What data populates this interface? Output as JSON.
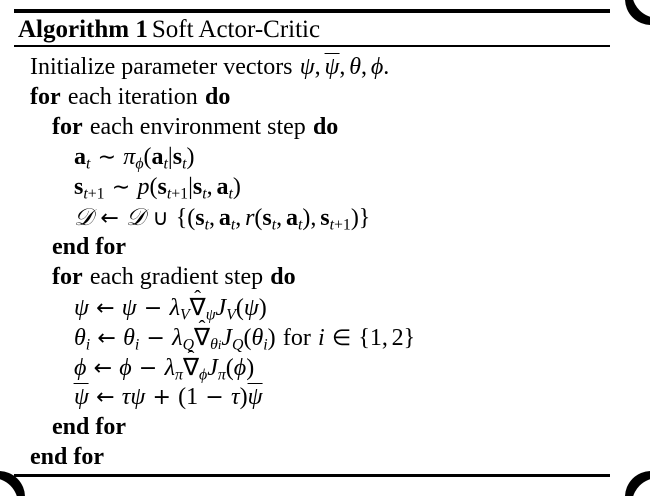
{
  "algorithm": {
    "label": "Algorithm 1",
    "name": "Soft Actor-Critic",
    "lines": [
      {
        "id": "init",
        "indent": 0,
        "text": "Initialize parameter vectors ψ, ψ̄, θ, ϕ."
      },
      {
        "id": "for-iteration",
        "indent": 0,
        "text": "for each iteration do",
        "keywords": [
          "for",
          "do"
        ],
        "body": "each iteration"
      },
      {
        "id": "for-environment-step",
        "indent": 1,
        "text": "for each environment step do",
        "keywords": [
          "for",
          "do"
        ],
        "body": "each environment step"
      },
      {
        "id": "sample-action",
        "indent": 2,
        "text": "a_t ~ π_ϕ(a_t|s_t)"
      },
      {
        "id": "sample-next-state",
        "indent": 2,
        "text": "s_{t+1} ~ p(s_{t+1}|s_t, a_t)"
      },
      {
        "id": "update-replay-buffer",
        "indent": 2,
        "text": "D ← D ∪ {(s_t, a_t, r(s_t, a_t), s_{t+1})}"
      },
      {
        "id": "end-for-environment-step",
        "indent": 1,
        "text": "end for",
        "keywords": [
          "end for"
        ]
      },
      {
        "id": "for-gradient-step",
        "indent": 1,
        "text": "for each gradient step do",
        "keywords": [
          "for",
          "do"
        ],
        "body": "each gradient step"
      },
      {
        "id": "update-psi",
        "indent": 2,
        "text": "ψ ← ψ − λ_V ∇̂_ψ J_V(ψ)"
      },
      {
        "id": "update-theta",
        "indent": 2,
        "text": "θ_i ← θ_i − λ_Q ∇̂_{θ_i} J_Q(θ_i) for i ∈ {1, 2}"
      },
      {
        "id": "update-phi",
        "indent": 2,
        "text": "ϕ ← ϕ − λ_π ∇̂_ϕ J_π(ϕ)"
      },
      {
        "id": "update-psi-target",
        "indent": 2,
        "text": "ψ̄ ← τψ + (1 − τ)ψ̄"
      },
      {
        "id": "end-for-gradient-step",
        "indent": 1,
        "text": "end for",
        "keywords": [
          "end for"
        ]
      },
      {
        "id": "end-for-iteration",
        "indent": 0,
        "text": "end for",
        "keywords": [
          "end for"
        ]
      }
    ],
    "words": {
      "for": "for",
      "do": "do",
      "end_for": "end for",
      "each_iteration": "each iteration",
      "each_environment_step": "each environment step",
      "each_gradient_step": "each gradient step",
      "initialize": "Initialize parameter vectors",
      "for_lower": "for",
      "period": ".",
      "comma": ","
    },
    "symbols": {
      "psi": "ψ",
      "theta": "θ",
      "phi": "ϕ",
      "pi": "π",
      "tau": "τ",
      "lambda": "λ",
      "nabla": "∇",
      "hat": "ˆ",
      "arrow_left": "←",
      "tilde": "∼",
      "cup": "∪",
      "in": "∈",
      "minus": "−",
      "plus": "+",
      "mid": "|",
      "D": "𝒟",
      "J": "J",
      "V": "V",
      "Q": "Q",
      "p": "p",
      "r": "r",
      "s": "s",
      "a": "a",
      "i": "i",
      "t": "t",
      "t_plus_1": "t+1",
      "one": "1",
      "two": "2",
      "lparen": "(",
      "rparen": ")",
      "lbrace": "{",
      "rbrace": "}"
    },
    "colors": {
      "ink": "#000000",
      "page": "#ffffff"
    }
  }
}
